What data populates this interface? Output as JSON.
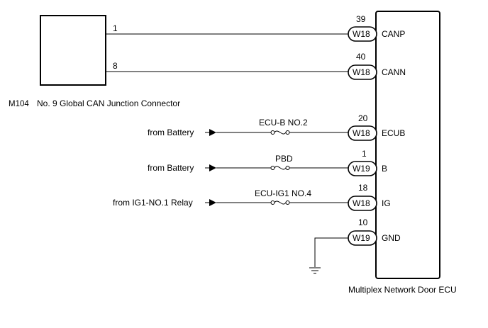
{
  "connector": {
    "code": "M104",
    "name": "No. 9 Global CAN Junction Connector",
    "pins": [
      {
        "id": "pin1",
        "label": "1"
      },
      {
        "id": "pin8",
        "label": "8"
      }
    ]
  },
  "ecu": {
    "name": "Multiplex Network Door ECU",
    "terminals": [
      {
        "id": "canp",
        "pin": "39",
        "connector": "W18",
        "signal": "CANP"
      },
      {
        "id": "cann",
        "pin": "40",
        "connector": "W18",
        "signal": "CANN"
      },
      {
        "id": "ecub",
        "pin": "20",
        "connector": "W18",
        "signal": "ECUB"
      },
      {
        "id": "b",
        "pin": "1",
        "connector": "W19",
        "signal": "B"
      },
      {
        "id": "ig",
        "pin": "18",
        "connector": "W18",
        "signal": "IG"
      },
      {
        "id": "gnd",
        "pin": "10",
        "connector": "W19",
        "signal": "GND"
      }
    ]
  },
  "feeds": [
    {
      "id": "feed-ecub",
      "source": "from Battery",
      "fuse": "ECU-B NO.2"
    },
    {
      "id": "feed-b",
      "source": "from Battery",
      "fuse": "PBD"
    },
    {
      "id": "feed-ig",
      "source": "from IG1-NO.1 Relay",
      "fuse": "ECU-IG1 NO.4"
    }
  ],
  "colors": {
    "line": "#000000",
    "background": "#ffffff"
  },
  "icons": [
    "arrow-right-icon",
    "fuse-icon",
    "ground-icon"
  ]
}
